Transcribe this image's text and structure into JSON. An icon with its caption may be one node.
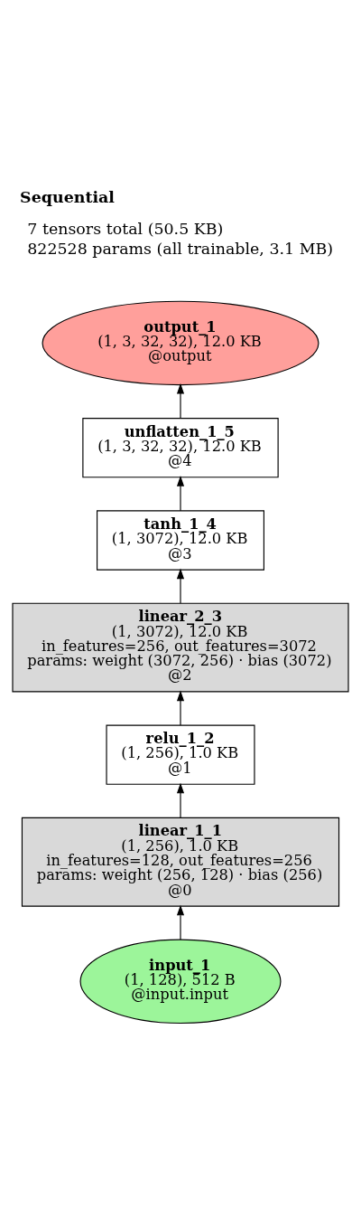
{
  "diagram": {
    "title": "Sequential",
    "nodes": [
      {
        "text": [
          "output_1",
          "(1, 3, 32, 32), 12.0 KB",
          "@output"
        ]
      },
      {
        "text": [
          "unflatten_1_5",
          "(1, 3, 32, 32), 12.0 KB",
          "@4"
        ]
      },
      {
        "text": [
          "tanh_1_4",
          "(1, 3072), 12.0 KB",
          "@3"
        ]
      },
      {
        "text": [
          "linear_2_3",
          "(1, 3072), 12.0 KB",
          "in_features=256, out_features=3072",
          "params: weight (3072, 256) · bias (3072)",
          "@2"
        ]
      },
      {
        "text": [
          "relu_1_2",
          "(1, 256), 1.0 KB",
          "@1"
        ]
      },
      {
        "text": [
          "linear_1_1",
          "(1, 256), 1.0 KB",
          "in_features=128, out_features=256",
          "params: weight (256, 128) · bias (256)",
          "@0"
        ]
      },
      {
        "text": [
          "input_1",
          "(1, 128), 512 B",
          "@input.input"
        ]
      }
    ],
    "edges": [
      {
        "from": 6,
        "to": 5,
        "arrow": "to"
      },
      {
        "from": 5,
        "to": 4,
        "arrow": "to"
      },
      {
        "from": 4,
        "to": 3,
        "arrow": "to"
      },
      {
        "from": 3,
        "to": 2,
        "arrow": "to"
      },
      {
        "from": 2,
        "to": 1,
        "arrow": "to"
      },
      {
        "from": 1,
        "to": 0,
        "arrow": "to"
      }
    ],
    "labels": [
      "7 tensors total (50.5 KB)",
      "822528 params (all trainable, 3.1 MB)"
    ]
  }
}
